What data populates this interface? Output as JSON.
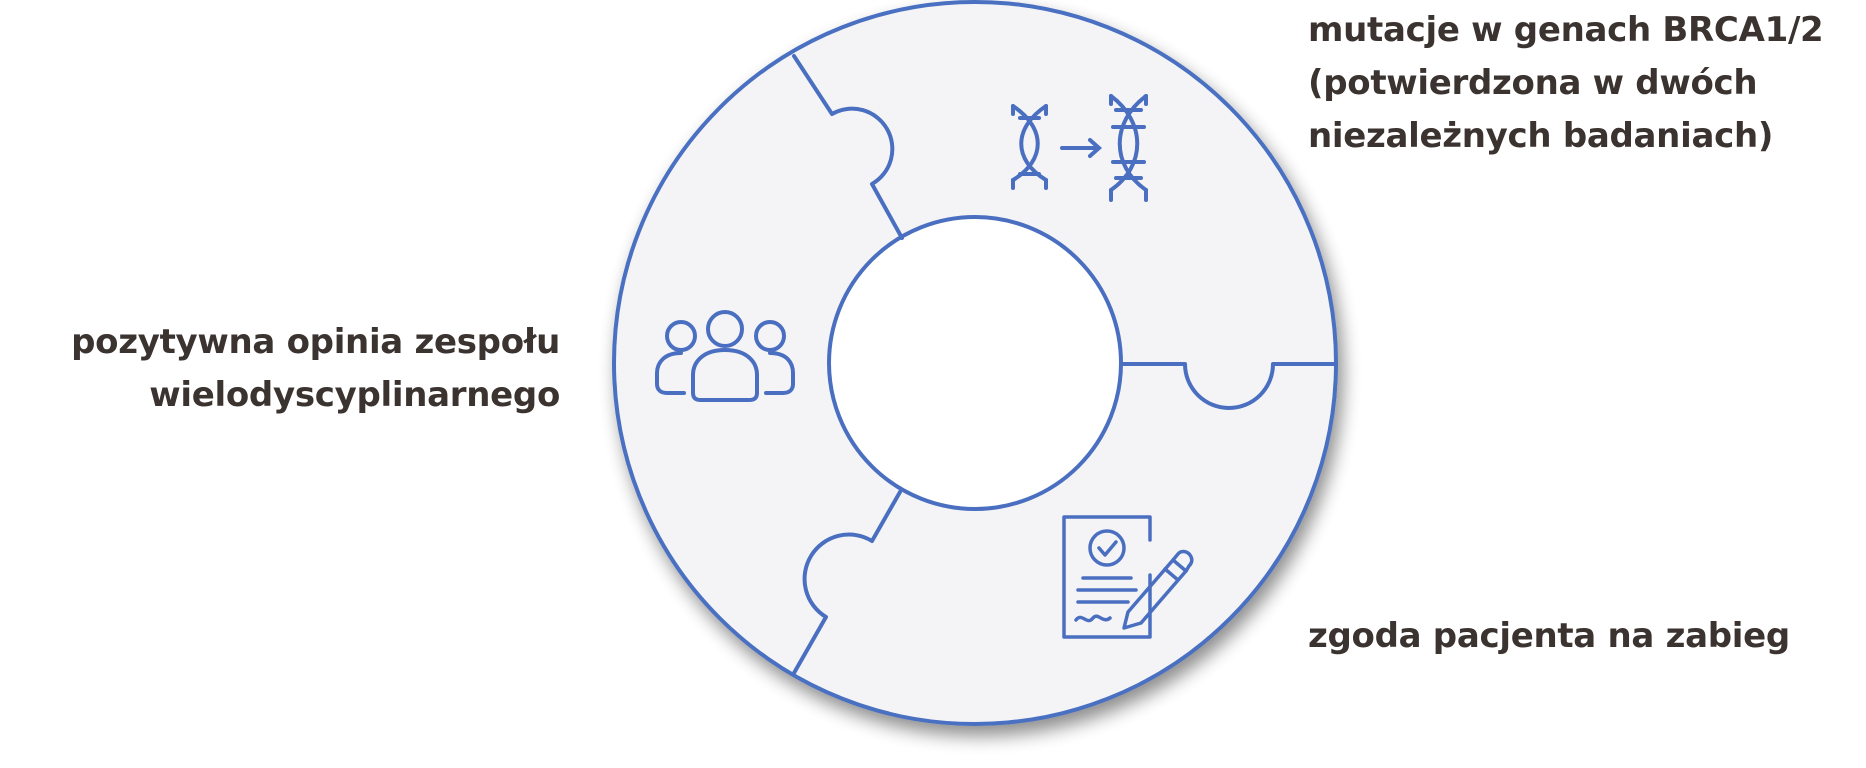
{
  "diagram": {
    "colors": {
      "stroke": "#4a6fc1",
      "piece_fill": "#f4f4f6",
      "text": "#3a3330",
      "center_fill": "#ffffff"
    },
    "pieces": [
      {
        "id": "top-right",
        "icon": "dna-arrow-icon",
        "label_lines": [
          "mutacje w genach BRCA1/2",
          "(potwierdzona w dwóch",
          "niezależnych badaniach)"
        ]
      },
      {
        "id": "left",
        "icon": "people-group-icon",
        "label_lines": [
          "pozytywna opinia zespołu",
          "wielodyscyplinarnego"
        ]
      },
      {
        "id": "bottom-right",
        "icon": "signed-document-icon",
        "label_lines": [
          "zgoda pacjenta na zabieg"
        ]
      }
    ]
  }
}
